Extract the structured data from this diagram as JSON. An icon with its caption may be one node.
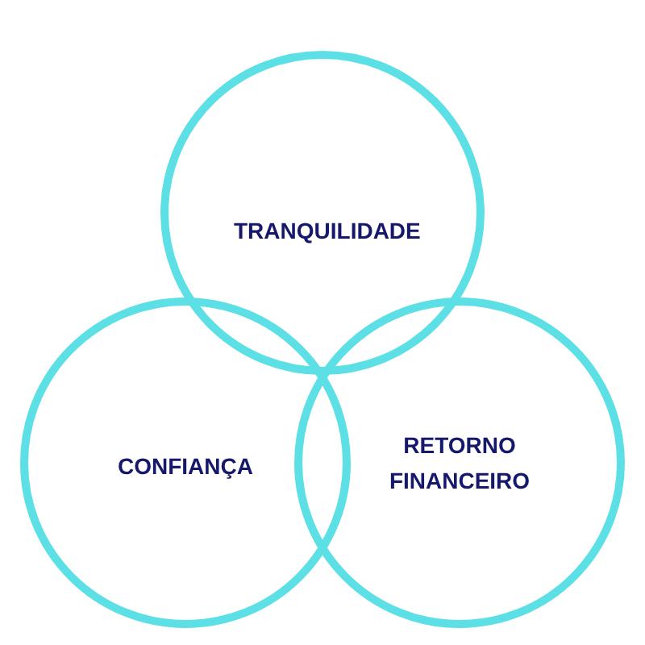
{
  "diagram": {
    "nodes": [
      {
        "text": [
          "TRANQUILIDADE"
        ]
      },
      {
        "text": [
          "CONFIANÇA"
        ]
      },
      {
        "text": [
          "RETORNO FINANCEIRO"
        ]
      }
    ]
  }
}
